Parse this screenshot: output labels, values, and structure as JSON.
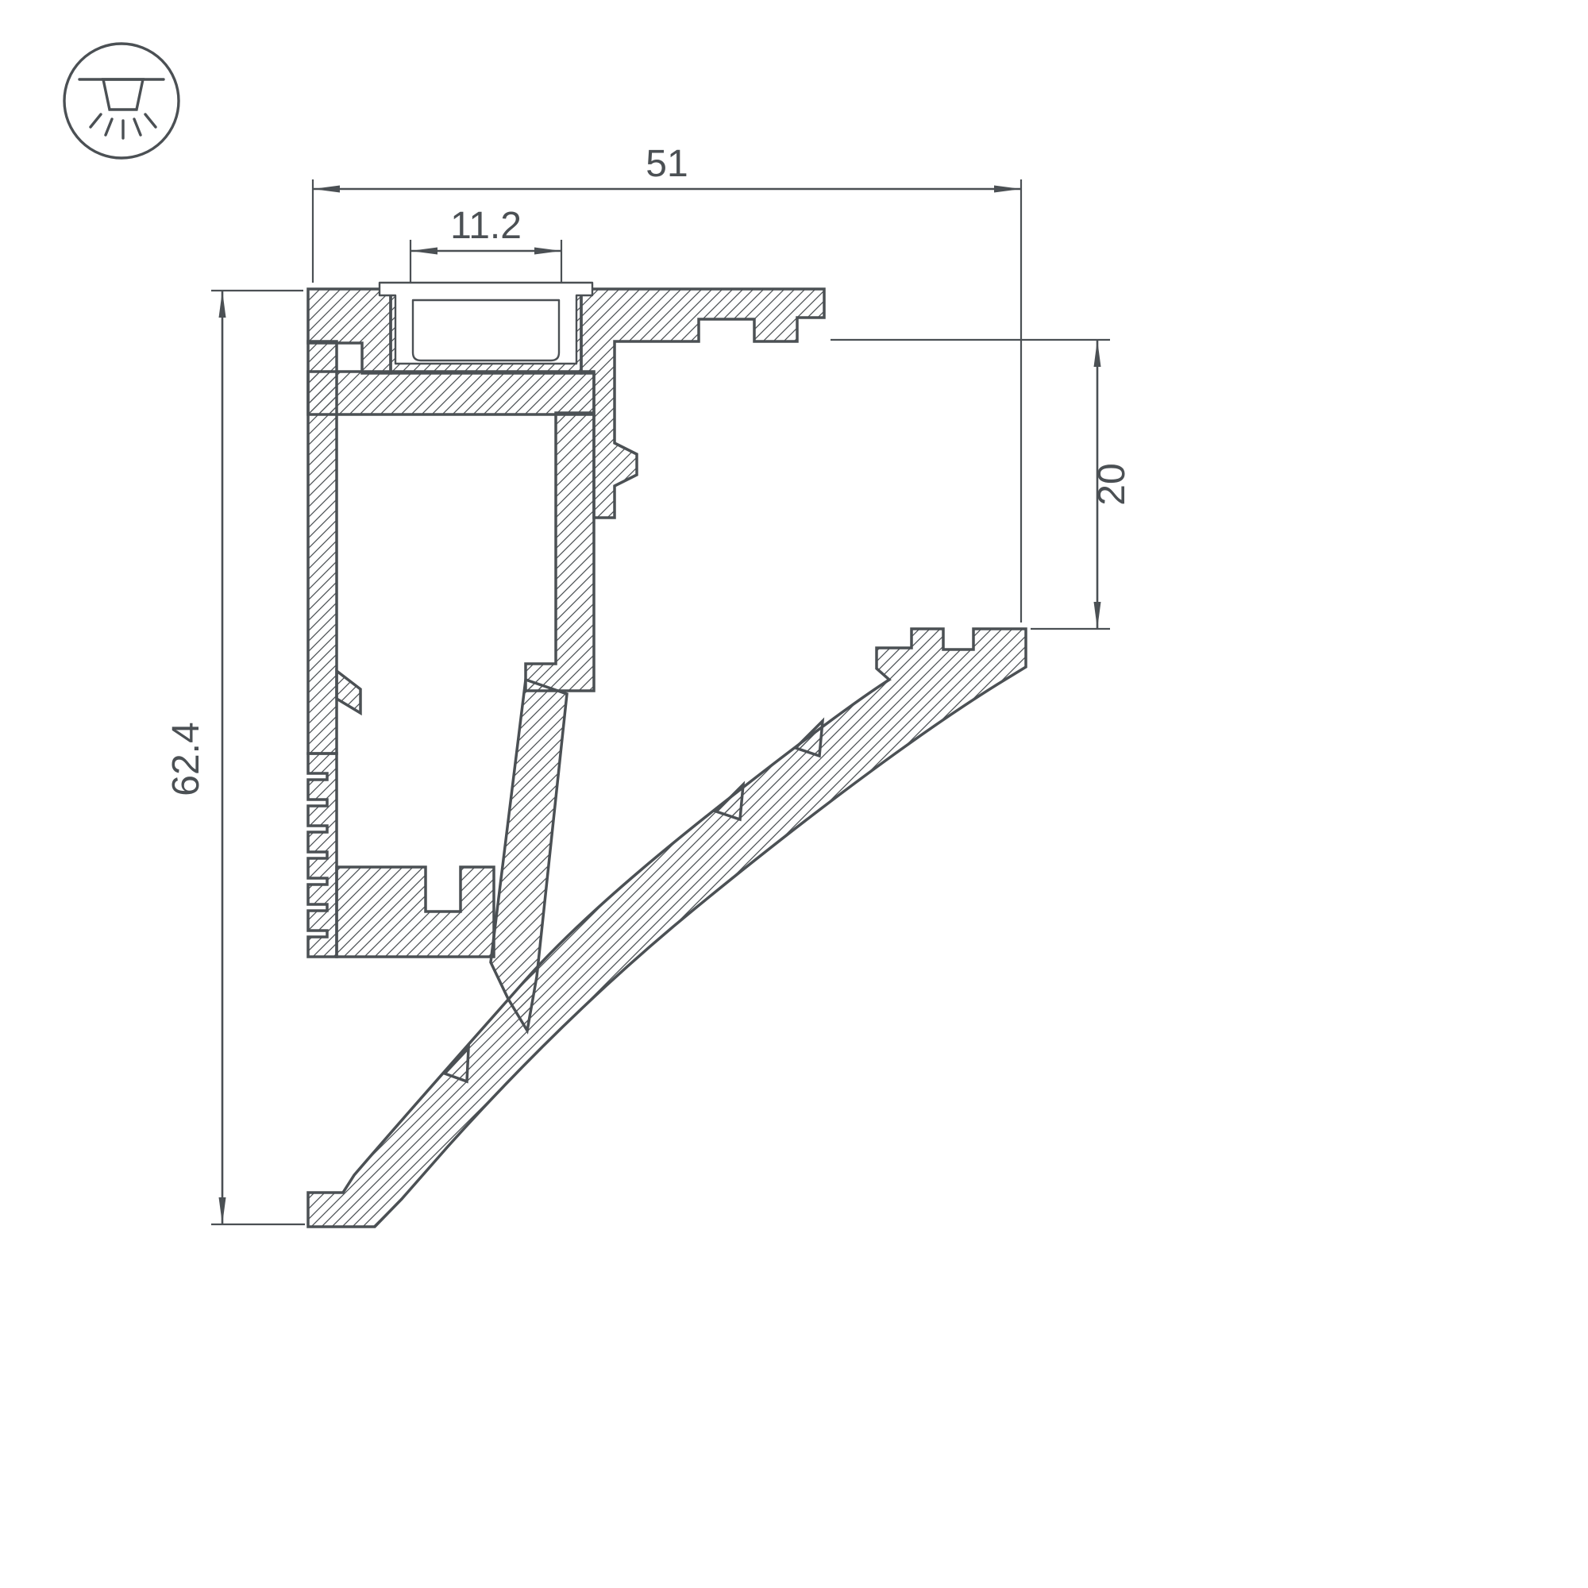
{
  "drawing": {
    "type": "technical-cross-section",
    "subject": "recessed LED niche profile",
    "icon": "recessed-downlight-icon",
    "dimensions": {
      "total_width": "51",
      "slot_width": "11.2",
      "total_height": "62.4",
      "right_offset": "20"
    },
    "colors": {
      "line": "#4b5054",
      "hatch": "#4b5054",
      "background": "#ffffff"
    }
  }
}
